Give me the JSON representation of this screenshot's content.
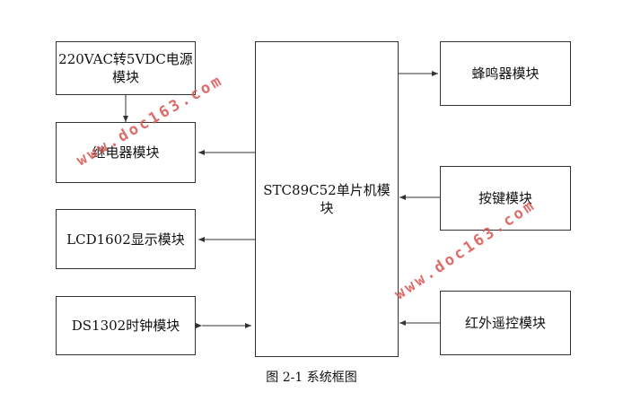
{
  "diagram": {
    "center": {
      "line1": "STC89C52单片机模",
      "line2": "块"
    },
    "left": [
      {
        "line1": "220VAC转5VDC电源",
        "line2": "模块"
      },
      {
        "label": "继电器模块"
      },
      {
        "label": "LCD1602显示模块"
      },
      {
        "label": "DS1302时钟模块"
      }
    ],
    "right": [
      {
        "label": "蜂鸣器模块"
      },
      {
        "label": "按键模块"
      },
      {
        "label": "红外遥控模块"
      }
    ]
  },
  "caption": "图 2-1 系统框图",
  "watermark": "www.doc163.com",
  "colors": {
    "border": "#333333",
    "watermark": "#d9534f"
  }
}
